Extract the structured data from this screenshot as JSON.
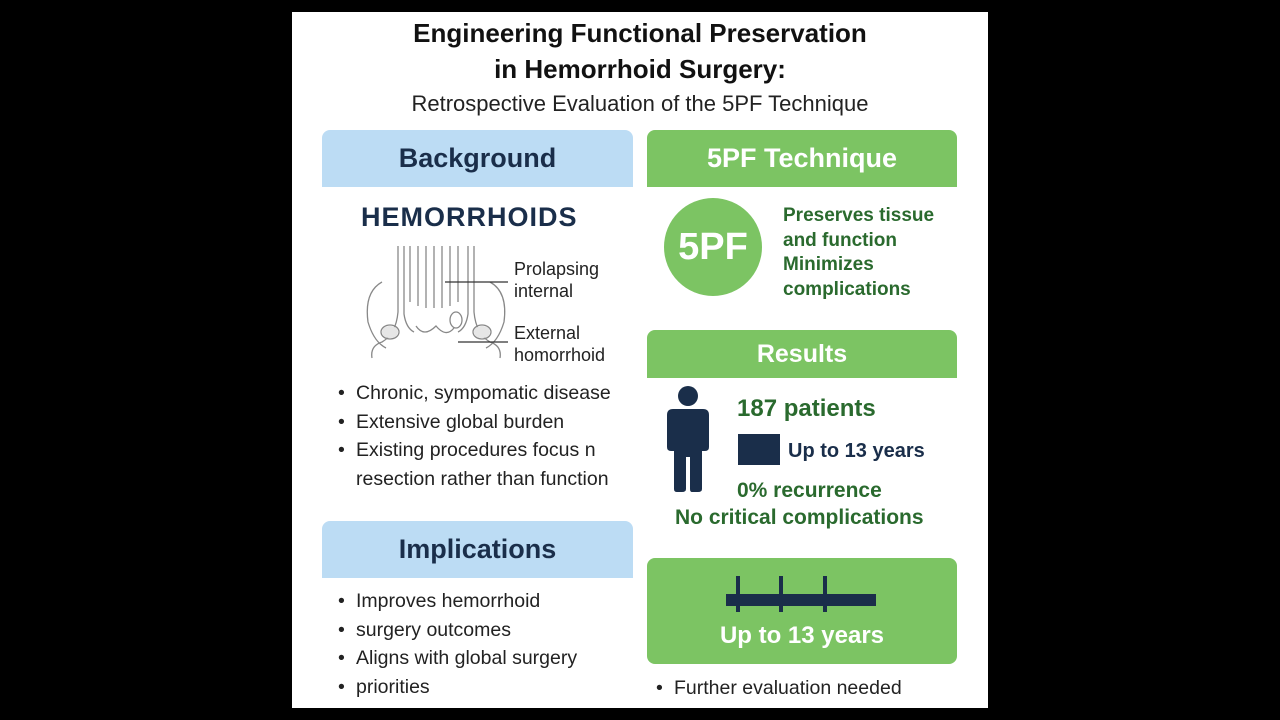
{
  "header": {
    "title_line1": "Engineering Functional Preservation",
    "title_line2": "in Hemorrhoid Surgery:",
    "subtitle": "Retrospective Evaluation of the 5PF  Technique"
  },
  "background": {
    "heading": "Background",
    "diagram_title": "HEMORRHOIDS",
    "labels": {
      "prolapsing": [
        "Prolapsing",
        "internal"
      ],
      "external": [
        "External",
        "homorrhoid"
      ]
    },
    "bullets": [
      "Chronic, sympomatic disease",
      "Extensive global burden",
      "Existing procedures focus n",
      "resection rather than function"
    ]
  },
  "technique": {
    "heading": "5PF Technique",
    "badge": "5PF",
    "points": [
      "Preserves tissue",
      "and function",
      "Minimizes",
      "complications"
    ]
  },
  "results": {
    "heading": "Results",
    "patients": "187 patients",
    "followup": "Up to 13 years",
    "recurrence": "0% recurrence",
    "complications": "No critical complications"
  },
  "implications": {
    "heading": "Implications",
    "bullets": [
      "Improves hemorrhoid",
      "surgery outcomes",
      "Aligns with global surgery",
      "priorities"
    ]
  },
  "timeline": {
    "label": "Up to 13 years",
    "note": "Further evaluation needed"
  },
  "colors": {
    "navy": "#1a2e4a",
    "green": "#7cc463",
    "dark_green": "#2a6a2e",
    "light_blue": "#bcdcf4"
  },
  "icons": [
    "person-icon",
    "hemorrhoid-anatomy-illustration",
    "timeline-icon"
  ]
}
